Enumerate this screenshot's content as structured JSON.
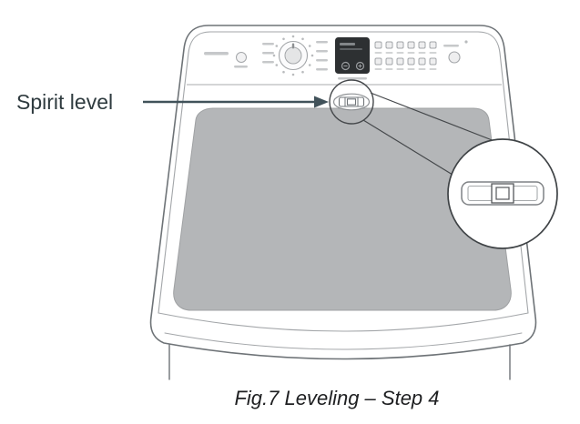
{
  "figure": {
    "label_spirit_level": "Spirit level",
    "caption": "Fig.7 Leveling – Step 4"
  },
  "diagram": {
    "subject": "top-loading washing machine, top view",
    "callout": "magnified view of the spirit level on the console trim",
    "indicator": "spirit-level"
  },
  "colors": {
    "lid_gray": "#b4b6b8",
    "outline_gray": "#6e7377",
    "detail_gray": "#a3a6a9",
    "smudge_gray": "#c6c8ca",
    "display_black": "#2d3032",
    "callout_dark": "#45484b",
    "arrow_slate": "#41525a",
    "label_text": "#2f3b3f",
    "caption_text": "#1e1f21"
  }
}
